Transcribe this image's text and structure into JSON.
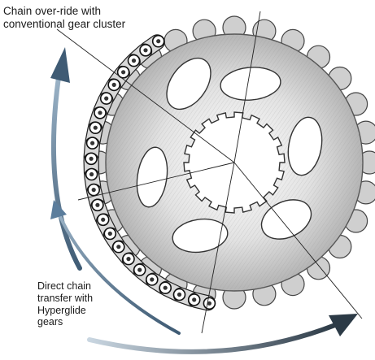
{
  "annotations": {
    "chain_override": {
      "line1": "Chain over-ride with",
      "line2": "conventional gear cluster"
    },
    "direct_transfer": {
      "line1": "Direct chain",
      "line2": "transfer with",
      "line3": "Hyperglide",
      "line4": "gears"
    }
  },
  "colors": {
    "ink": "#1a1a1a",
    "metal": "#bcbcbc",
    "arrow_blue": "#5b7d9c",
    "arrow_dark": "#3e4a55"
  }
}
